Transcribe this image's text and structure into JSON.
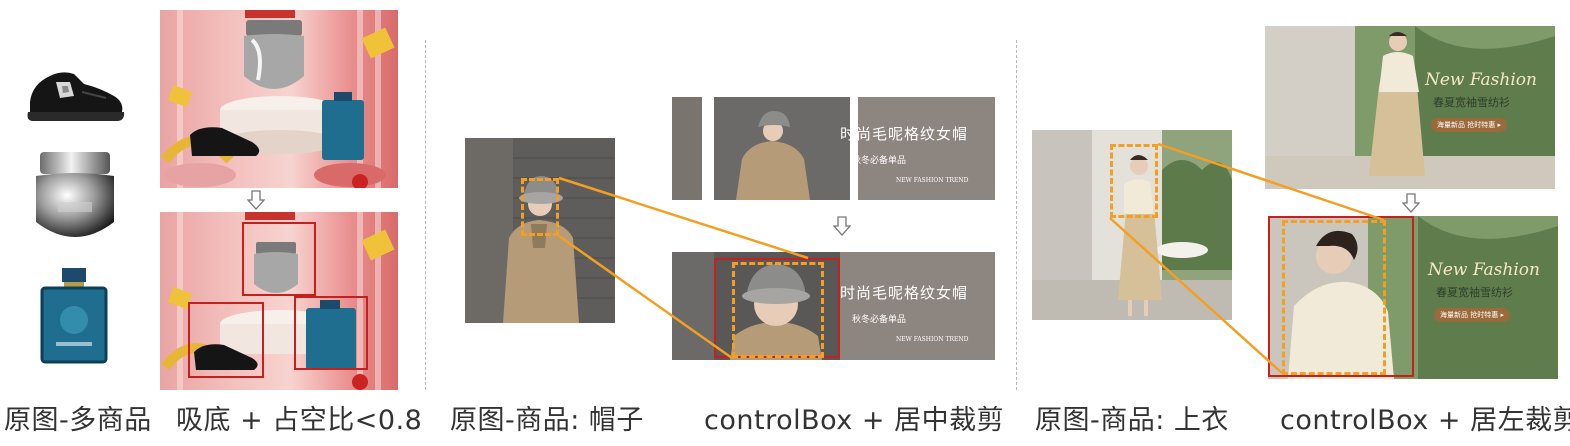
{
  "captions": {
    "c1": "原图-多商品",
    "c2": "吸底 + 占空比<0.8",
    "c3": "原图-商品: 帽子",
    "c4": "controlBox + 居中裁剪",
    "c5": "原图-商品: 上衣",
    "c6": "controlBox + 居左裁剪"
  },
  "banner_hat": {
    "title": "时尚毛呢格纹女帽",
    "subtitle": "秋冬必备单品",
    "tagline": "NEW FASHION TREND"
  },
  "banner_top": {
    "headline": "New Fashion",
    "title": "春夏宽袖雪纺衫",
    "button": "海量新品 抢时特惠 ▸"
  },
  "colors": {
    "red_box": "#c4201e",
    "orange_dashed": "#f2a023",
    "divider": "#b9b9b9"
  }
}
